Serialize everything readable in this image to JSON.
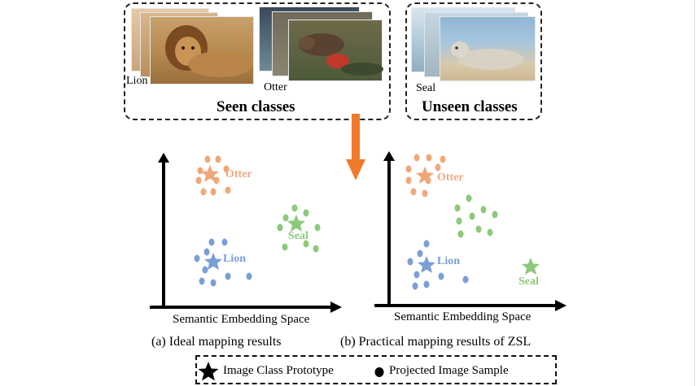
{
  "seen_group": {
    "title": "Seen classes",
    "lion_caption": "Lion",
    "otter_caption": "Otter"
  },
  "unseen_group": {
    "title": "Unseen classes",
    "seal_caption": "Seal"
  },
  "panel_a": {
    "axis_label": "Semantic Embedding Space",
    "caption": "(a) Ideal mapping results",
    "labels": {
      "otter": "Otter",
      "seal": "Seal",
      "lion": "Lion"
    }
  },
  "panel_b": {
    "axis_label": "Semantic Embedding Space",
    "caption": "(b) Practical mapping results of ZSL",
    "labels": {
      "otter": "Otter",
      "seal": "Seal",
      "lion": "Lion"
    }
  },
  "legend": {
    "prototype_label": "Image Class Prototype",
    "sample_label": "Projected Image Sample"
  },
  "colors": {
    "otter": "#f0a87a",
    "seal": "#8cc97a",
    "lion": "#7a9fd8",
    "arrow": "#f07a2a"
  }
}
